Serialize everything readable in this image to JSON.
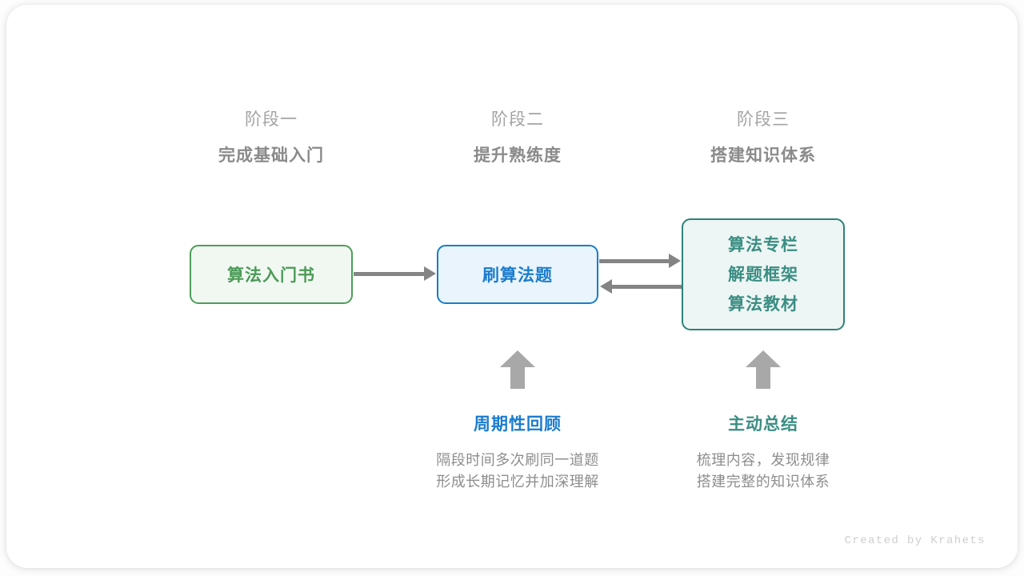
{
  "card": {
    "credit": "Created by Krahets"
  },
  "phases": [
    {
      "kicker": "阶段一",
      "title": "完成基础入门"
    },
    {
      "kicker": "阶段二",
      "title": "提升熟练度"
    },
    {
      "kicker": "阶段三",
      "title": "搭建知识体系"
    }
  ],
  "nodes": {
    "book": {
      "label": "算法入门书",
      "color": "#4b9a57",
      "border": "#4f9d5b",
      "background": "#f1f8f2"
    },
    "practice": {
      "label": "刷算法题",
      "color": "#1b7ccc",
      "border": "#1b7ccc",
      "background": "#e9f4fc"
    },
    "system": {
      "lines": [
        "算法专栏",
        "解题框架",
        "算法教材"
      ],
      "color": "#3b8d83",
      "border": "#2f8278",
      "background": "#edf6f4"
    }
  },
  "connectors": {
    "arrow_color": "#848484",
    "up_arrow_color": "#a8a8a8"
  },
  "notes": [
    {
      "title": "周期性回顾",
      "line1": "隔段时间多次刷同一道题",
      "line2": "形成长期记忆并加深理解",
      "color": "#1b7ccc"
    },
    {
      "title": "主动总结",
      "line1": "梳理内容，发现规律",
      "line2": "搭建完整的知识体系",
      "color": "#3b8d83"
    }
  ]
}
